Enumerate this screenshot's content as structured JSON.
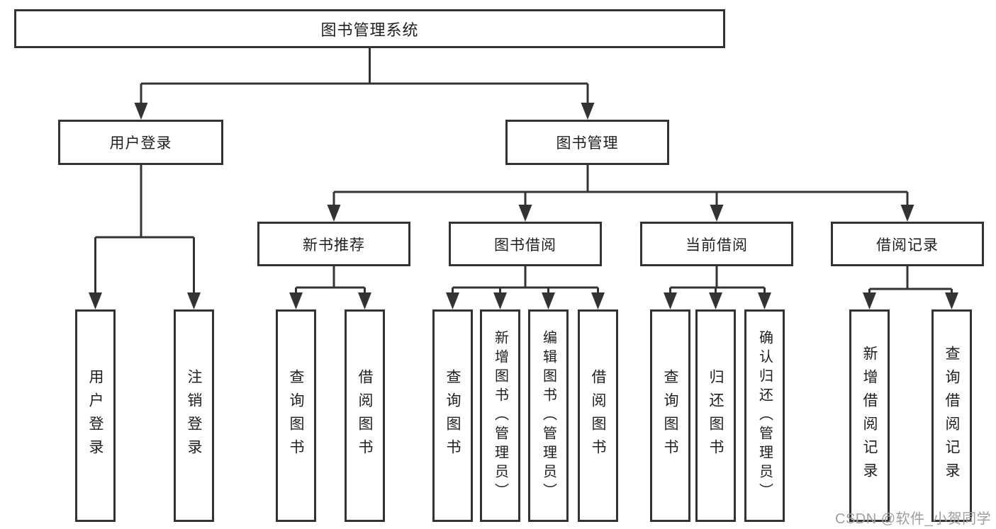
{
  "colors": {
    "background": "#ffffff",
    "line": "#333333",
    "text": "#1f1f1f",
    "watermark": "#9e9e9e"
  },
  "diagram": {
    "root": {
      "label": "图书管理系统"
    },
    "level2": [
      {
        "label": "用户登录"
      },
      {
        "label": "图书管理"
      }
    ],
    "level3": [
      {
        "label": "新书推荐"
      },
      {
        "label": "图书借阅"
      },
      {
        "label": "当前借阅"
      },
      {
        "label": "借阅记录"
      }
    ],
    "leaves": [
      {
        "label": "用户登录",
        "parent": "用户登录"
      },
      {
        "label": "注销登录",
        "parent": "用户登录"
      },
      {
        "label": "查询图书",
        "parent": "新书推荐"
      },
      {
        "label": "借阅图书",
        "parent": "新书推荐"
      },
      {
        "label": "查询图书",
        "parent": "图书借阅"
      },
      {
        "label": "新增图书（管理员）",
        "parent": "图书借阅"
      },
      {
        "label": "编辑图书（管理员）",
        "parent": "图书借阅"
      },
      {
        "label": "借阅图书",
        "parent": "图书借阅"
      },
      {
        "label": "查询图书",
        "parent": "当前借阅"
      },
      {
        "label": "归还图书",
        "parent": "当前借阅"
      },
      {
        "label": "确认归还（管理员）",
        "parent": "当前借阅"
      },
      {
        "label": "新增借阅记录",
        "parent": "借阅记录"
      },
      {
        "label": "查询借阅记录",
        "parent": "借阅记录"
      }
    ]
  },
  "watermark": {
    "text": "CSDN @软件_小贺同学"
  }
}
